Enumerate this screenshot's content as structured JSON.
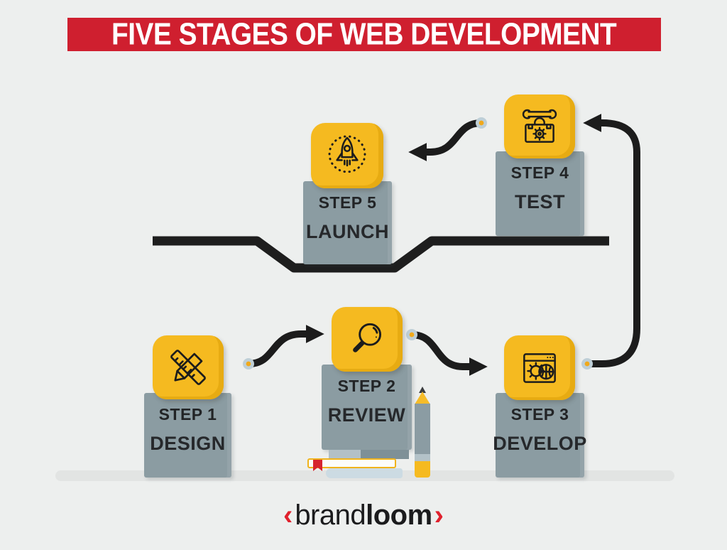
{
  "title": {
    "text": "FIVE STAGES OF WEB DEVELOPMENT"
  },
  "steps": [
    {
      "label": "STEP 1",
      "name": "DESIGN",
      "icon": "ruler-pencil-icon"
    },
    {
      "label": "STEP 2",
      "name": "REVIEW",
      "icon": "magnifier-icon"
    },
    {
      "label": "STEP 3",
      "name": "DEVELOP",
      "icon": "browser-gear-icon"
    },
    {
      "label": "STEP 4",
      "name": "TEST",
      "icon": "toolbox-wrench-icon"
    },
    {
      "label": "STEP 5",
      "name": "LAUNCH",
      "icon": "rocket-icon"
    }
  ],
  "logo": {
    "left_bracket": "‹",
    "brand": "brand",
    "loom": "loom",
    "right_bracket": "›"
  },
  "colors": {
    "banner_red": "#cf1f2f",
    "tile_yellow": "#f5ba20",
    "block_gray": "#8b9ca2",
    "line_black": "#1c1c1c",
    "background": "#edefee",
    "logo_red": "#e0212d",
    "bookmark_red": "#d6252f"
  }
}
